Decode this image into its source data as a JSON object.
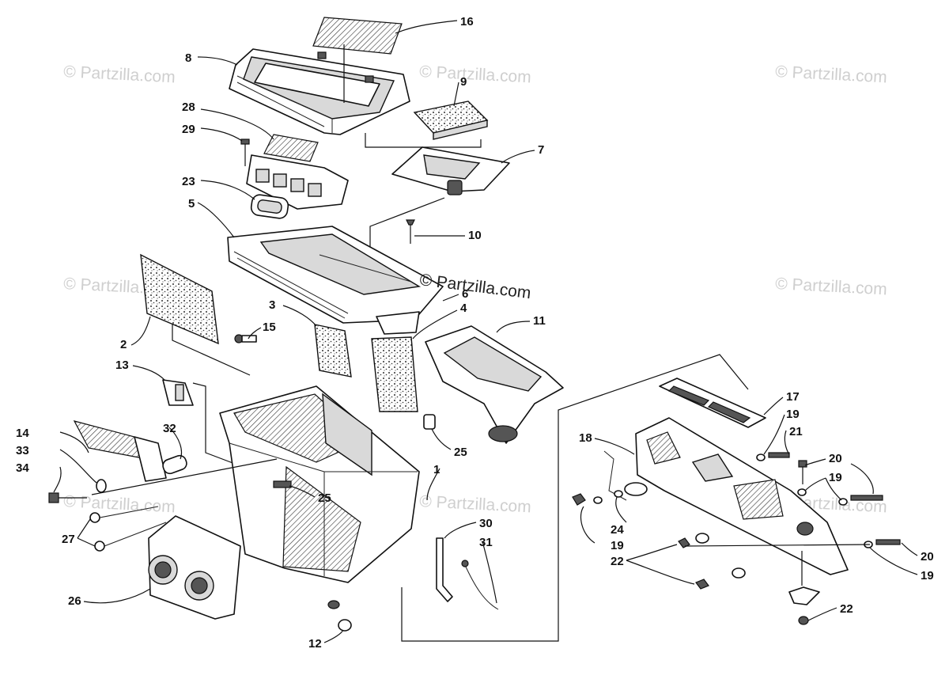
{
  "watermark": {
    "text": "© Partzilla.com",
    "color": "#cfcfcf",
    "main_color": "#222222"
  },
  "callouts": {
    "c1": "1",
    "c2": "2",
    "c3": "3",
    "c4": "4",
    "c5": "5",
    "c6": "6",
    "c7": "7",
    "c8": "8",
    "c9": "9",
    "c10": "10",
    "c11": "11",
    "c12": "12",
    "c13": "13",
    "c14": "14",
    "c15": "15",
    "c16": "16",
    "c17": "17",
    "c18": "18",
    "c19a": "19",
    "c19b": "19",
    "c19c": "19",
    "c19d": "19",
    "c20a": "20",
    "c20b": "20",
    "c21": "21",
    "c22a": "22",
    "c22b": "22",
    "c23": "23",
    "c24": "24",
    "c25a": "25",
    "c25b": "25",
    "c26": "26",
    "c27": "27",
    "c28": "28",
    "c29": "29",
    "c30": "30",
    "c31": "31",
    "c32": "32",
    "c33": "33",
    "c34": "34"
  }
}
